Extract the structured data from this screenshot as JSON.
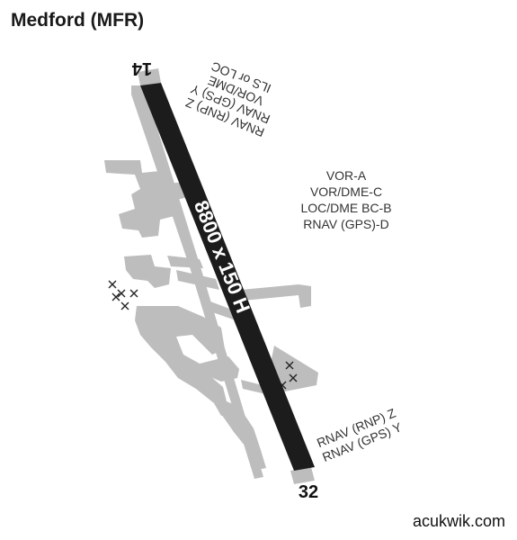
{
  "title": "Medford (MFR)",
  "runway": {
    "label": "8800 x 150 H",
    "end_north": "14",
    "end_south": "32"
  },
  "approaches": {
    "rwy14": [
      "RNAV (RNP) Z",
      "RNAV (GPS) Y",
      "VOR/DME",
      "ILS or LOC"
    ],
    "circling": [
      "VOR-A",
      "VOR/DME-C",
      "LOC/DME BC-B",
      "RNAV (GPS)-D"
    ],
    "rwy32": [
      "RNAV (RNP) Z",
      "RNAV (GPS) Y"
    ]
  },
  "footer": "acukwik.com",
  "colors": {
    "runway": "#1c1c1c",
    "pavement": "#bdbdbd",
    "background": "#ffffff"
  }
}
